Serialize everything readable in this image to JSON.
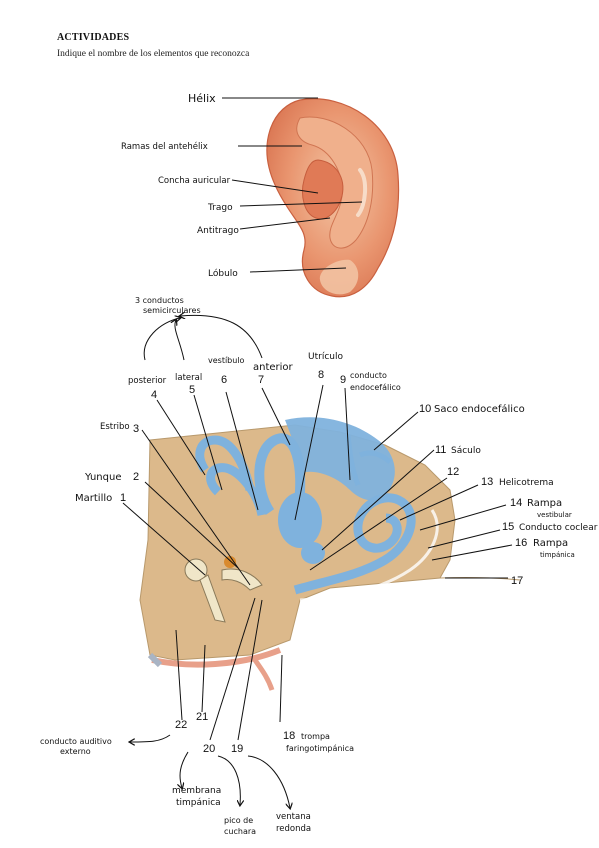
{
  "header": {
    "title": "ACTIVIDADES",
    "subtitle": "Indique el nombre de los elementos que reconozca"
  },
  "ear_labels": {
    "helix": "Hélix",
    "antihelix_branches": "Ramas del antehélix",
    "concha": "Concha auricular",
    "tragus": "Trago",
    "antitragus": "Antitrago",
    "lobule": "Lóbulo"
  },
  "canals": {
    "group_line1": "3 conductos",
    "group_line2": "semicirculares",
    "posterior": "posterior",
    "lateral": "lateral",
    "vestibule": "vestíbulo",
    "anterior": "anterior",
    "utricle": "Utrículo",
    "endolymph_duct_line1": "conducto",
    "endolymph_duct_line2": "endocefálico"
  },
  "numbers": {
    "n1": "1",
    "n2": "2",
    "n3": "3",
    "n4": "4",
    "n5": "5",
    "n6": "6",
    "n7": "7",
    "n8": "8",
    "n9": "9",
    "n10": "10",
    "n11": "11",
    "n12": "12",
    "n13": "13",
    "n14": "14",
    "n15": "15",
    "n16": "16",
    "n17": "17",
    "n18": "18",
    "n19": "19",
    "n20": "20",
    "n21": "21",
    "n22": "22"
  },
  "ossicles": {
    "stapes": "Estribo",
    "incus": "Yunque",
    "malleus": "Martillo"
  },
  "right_labels": {
    "endolymph_sac": "Saco endocefálico",
    "saccule": "Sáculo",
    "helicotrema": "Helicotrema",
    "scala_vestibuli_line1": "Rampa",
    "scala_vestibuli_line2": "vestibular",
    "cochlear_duct": "Conducto coclear",
    "scala_tympani_line1": "Rampa",
    "scala_tympani_line2": "timpánica"
  },
  "bottom_labels": {
    "external_canal_line1": "conducto auditivo",
    "external_canal_line2": "externo",
    "eustachian_line1": "trompa",
    "eustachian_line2": "faringotimpánica",
    "tympanic_membrane_line1": "membrana",
    "tympanic_membrane_line2": "timpánica",
    "cochlear_beak_line1": "pico de",
    "cochlear_beak_line2": "cuchara",
    "round_window_line1": "ventana",
    "round_window_line2": "redonda"
  }
}
